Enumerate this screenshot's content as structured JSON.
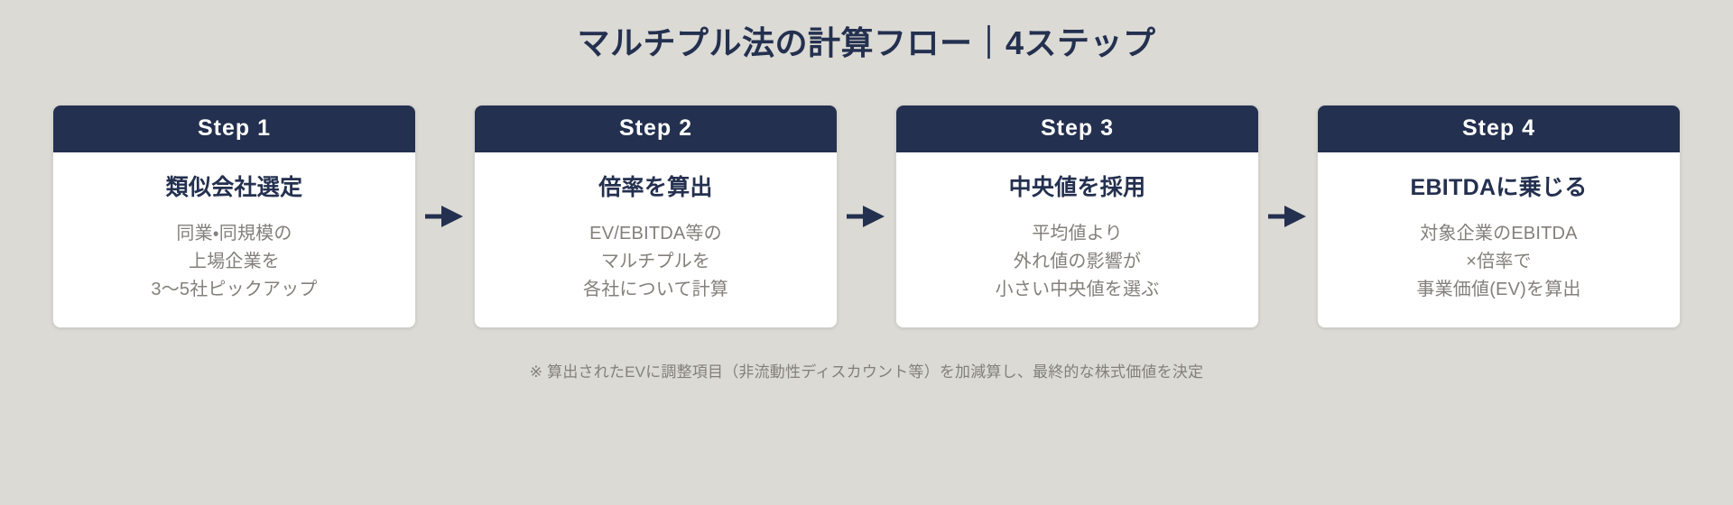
{
  "title": "マルチプル法の計算フロー｜4ステップ",
  "colors": {
    "background": "#dbdad5",
    "navy": "#24304f",
    "card_background": "#ffffff",
    "body_text": "#83807b"
  },
  "steps": [
    {
      "badge": "Step 1",
      "heading": "類似会社選定",
      "lines": [
        "同業・同規模の",
        "上場企業を",
        "3〜5社ピックアップ"
      ]
    },
    {
      "badge": "Step 2",
      "heading": "倍率を算出",
      "lines": [
        "EV/EBITDA等の",
        "マルチプルを",
        "各社について計算"
      ]
    },
    {
      "badge": "Step 3",
      "heading": "中央値を採用",
      "lines": [
        "平均値より",
        "外れ値の影響が",
        "小さい中央値を選ぶ"
      ]
    },
    {
      "badge": "Step 4",
      "heading": "EBITDAに乗じる",
      "lines": [
        "対象企業のEBITDA",
        "×倍率で",
        "事業価値(EV)を算出"
      ]
    }
  ],
  "connectors": [
    {
      "icon": "arrow-right-icon"
    },
    {
      "icon": "arrow-right-icon"
    },
    {
      "icon": "arrow-right-icon"
    }
  ],
  "footnote": "※ 算出されたEVに調整項目（非流動性ディスカウント等）を加減算し、最終的な株式価値を決定"
}
